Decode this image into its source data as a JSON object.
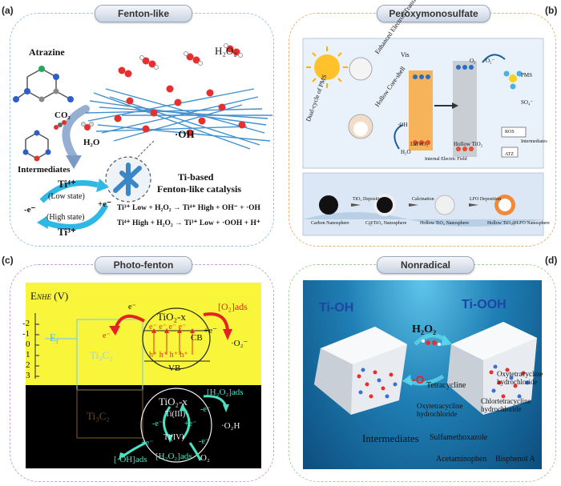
{
  "panels": {
    "a": {
      "tag": "(a)",
      "title": "Fenton-like",
      "labels": {
        "atrazine": "Atrazine",
        "h2o2": "H₂O₂",
        "co2": "CO₂",
        "oh": "·OH",
        "h2o": "H₂O",
        "intermediates": "Intermediates",
        "ti_top": "Ti⁴⁺",
        "low": "(Low state)",
        "high": "(High state)",
        "ti_bot": "Ti³⁺",
        "minus_e": "-e⁻",
        "plus_e": "+e⁻",
        "catalysis1": "Ti-based",
        "catalysis2": "Fenton-like catalysis",
        "eq1": "Ti³⁺ Low + H₂O₂ → Ti⁴⁺ High + OH⁻ + ·OH",
        "eq2": "Ti⁴⁺ High + H₂O₂ → Ti³⁺ Low + ·OOH + H⁺"
      }
    },
    "b": {
      "tag": "(b)",
      "title": "Peroxymonosulfate",
      "labels": {
        "side1": "Dual-cycle of PMS",
        "side2": "Enhanced Electron Transfer",
        "side3": "Hollow Core-shell",
        "vis": "Vis",
        "lafeo3": "LaFeO₃",
        "htio2": "Hollow TiO₂",
        "field": "Internal Electric Field",
        "pms": "PMS",
        "ros": "ROS",
        "inter": "Intermediates",
        "atz": "ATZ",
        "oh": "·OH",
        "h2o": "H₂O",
        "o2": "O₂",
        "o2m": "O₂⁻",
        "so4": "SO₄⁻",
        "s1": "TiO₂ Deposition",
        "s2": "Calcination",
        "s3": "LFO Deposition",
        "n1": "Carbon Nanosphere",
        "n2": "C@TiO₂ Nanosphere",
        "n3": "Hollow TiO₂ Nanosphere",
        "n4": "Hollow TiO₂@LFO Nanosphere"
      }
    },
    "c": {
      "tag": "(c)",
      "title": "Photo-fenton",
      "labels": {
        "axis": "E",
        "axis_sub": "NHE",
        "axis_unit": " (V)",
        "ef": "E",
        "ef_sub": "f",
        "ticks": [
          "-2",
          "-1",
          "0",
          "1",
          "2",
          "3"
        ],
        "ti3c2_top": "Ti₃C₂",
        "tio2x_top": "TiO₂-x",
        "cb": "CB",
        "vb": "VB",
        "e": "e⁻",
        "h": "h⁺",
        "o2ads": "[O₂]ads",
        "pluse": "+e⁻",
        "o2rad": "·O₂⁻",
        "ti3c2_bot": "Ti₃C₂",
        "tio2x_bot": "TiO₂-x",
        "tiiii": "Ti(III)",
        "tiiv": "Ti(IV)",
        "h2o2ads_top": "[H₂O₂]ads",
        "o2h": "·O₂H",
        "ohads": "[·OH]ads",
        "h2o2ads_bot": "[H₂O₂]ads",
        "o2": "O₂",
        "me": "-e⁻",
        "pe": "+e⁻"
      }
    },
    "d": {
      "tag": "(d)",
      "title": "Nonradical",
      "labels": {
        "tioh": "Ti-OH",
        "tiooh": "Ti-OOH",
        "h2o2": "H₂O₂",
        "minus_o": "-O",
        "tetra": "Tetracycline",
        "oxy": "Oxytetracycline hydrochloride",
        "chlor": "Chlortetracycline hydrochloride",
        "oxy2": "Oxytetracycline hydrochloride",
        "inter": "Intermediates",
        "sulfa": "Sulfamethoxazole",
        "acet": "Acetaminophen",
        "bisA": "Bisphenol A"
      }
    }
  },
  "colors": {
    "cyan": "#2fb8e6",
    "red": "#e52222",
    "yellow": "#f8f53a",
    "teal": "#49e3c2",
    "panelBorder": "#9bb8d6"
  }
}
